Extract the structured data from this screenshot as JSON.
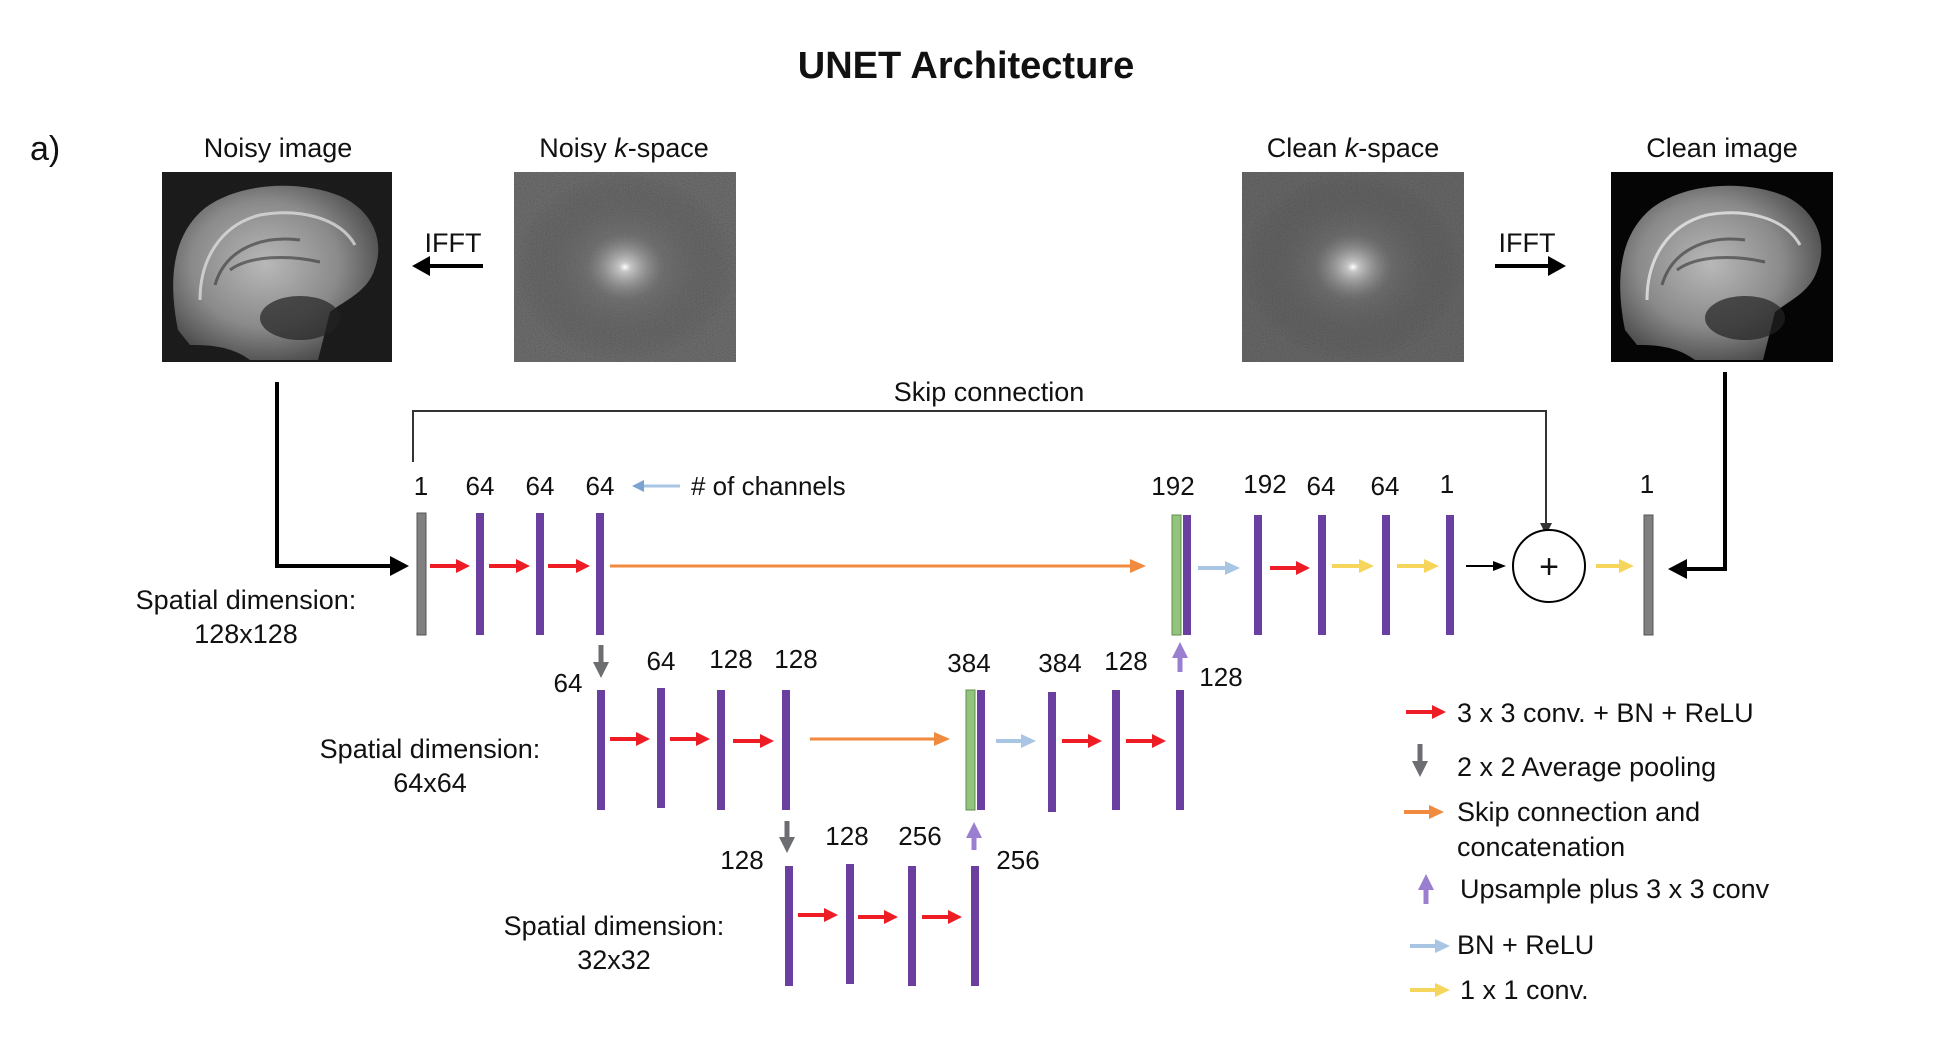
{
  "title": "UNET Architecture",
  "panel_label": "a)",
  "images": {
    "noisy_image": "Noisy image",
    "noisy_kspace_pre": "Noisy ",
    "noisy_kspace_k": "k",
    "noisy_kspace_post": "-space",
    "clean_kspace_pre": "Clean ",
    "clean_kspace_k": "k",
    "clean_kspace_post": "-space",
    "clean_image": "Clean image"
  },
  "ifft_label": "IFFT",
  "skip_label": "Skip connection",
  "channels_hint": "# of channels",
  "spatial": {
    "l1_a": "Spatial dimension:",
    "l1_b": "128x128",
    "l2_a": "Spatial dimension:",
    "l2_b": "64x64",
    "l3_a": "Spatial dimension:",
    "l3_b": "32x32"
  },
  "channels": {
    "l1_in": "1",
    "l1_c1": "64",
    "l1_c2": "64",
    "l1_c3": "64",
    "l1_cat": "192",
    "l1_d1": "192",
    "l1_d2": "64",
    "l1_d3": "64",
    "l1_d4": "1",
    "l1_out": "1",
    "l2_in": "64",
    "l2_c1": "64",
    "l2_c2": "128",
    "l2_c3": "128",
    "l2_cat": "384",
    "l2_d1": "384",
    "l2_d2": "128",
    "l2_up": "128",
    "l3_in": "128",
    "l3_c1": "128",
    "l3_c2": "256",
    "l3_up": "256"
  },
  "plus_symbol": "+",
  "legend": {
    "conv": "3 x 3 conv. + BN + ReLU",
    "pool": "2 x 2 Average pooling",
    "skip_1": "Skip connection and",
    "skip_2": "concatenation",
    "upsample": "Upsample plus 3 x 3 conv",
    "bn": "BN + ReLU",
    "conv1x1": "1 x 1 conv."
  },
  "colors": {
    "conv_arrow": "#ee1c25",
    "pool_arrow": "#6d6e71",
    "skip_arrow": "#ef8a3f",
    "upsample_arrow": "#9a7fd1",
    "bn_arrow": "#a8c6e4",
    "conv1x1_arrow": "#f6d55c",
    "feature_map": "#6a3fa0",
    "io_map": "#808080",
    "concat_map": "#93c47d"
  },
  "icons": {
    "conv": "red-right-arrow",
    "pool": "gray-down-arrow",
    "skip": "orange-right-arrow",
    "upsample": "purple-up-arrow",
    "bn": "lightblue-right-arrow",
    "conv1x1": "yellow-right-arrow"
  }
}
